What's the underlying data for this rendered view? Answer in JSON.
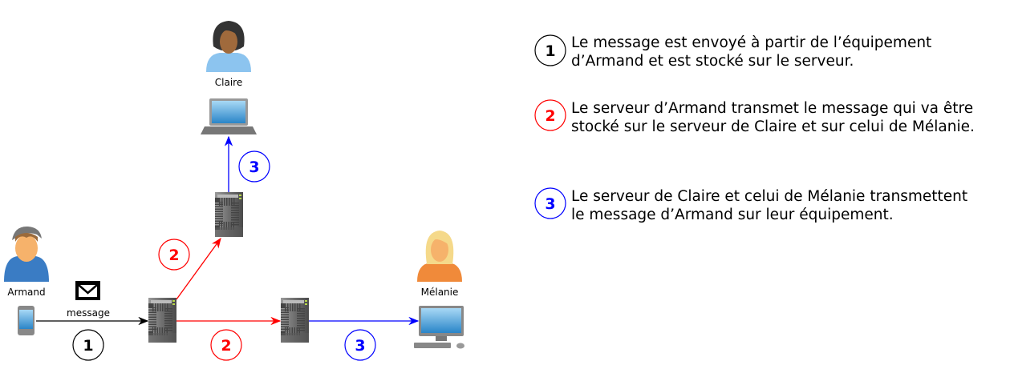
{
  "people": {
    "armand": "Armand",
    "claire": "Claire",
    "melanie": "Mélanie"
  },
  "message_label": "message",
  "steps": {
    "one": "1",
    "two": "2",
    "three": "3"
  },
  "colors": {
    "step1": "#000000",
    "step2": "#ff0000",
    "step3": "#0000ff"
  },
  "legend": [
    {
      "number": "1",
      "lines": [
        "Le message est envoyé à partir de l’équipement",
        "d’Armand et est stocké sur le serveur."
      ]
    },
    {
      "number": "2",
      "lines": [
        "Le serveur d’Armand transmet le message qui va être",
        "stocké sur le serveur de Claire et sur celui de Mélanie."
      ]
    },
    {
      "number": "3",
      "lines": [
        "Le serveur de Claire et celui de Mélanie transmettent",
        "le message d’Armand sur leur équipement."
      ]
    }
  ]
}
